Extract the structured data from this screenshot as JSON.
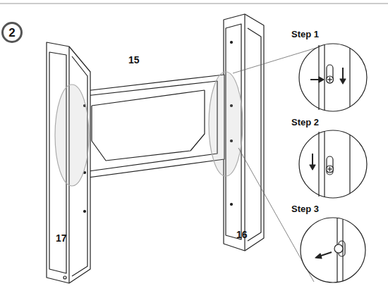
{
  "diagram": {
    "nodes": [
      {
        "text": [
          "2"
        ]
      }
    ],
    "labels": [
      "15",
      "16",
      "17",
      "Step 1",
      "Step 2",
      "Step 3"
    ]
  }
}
